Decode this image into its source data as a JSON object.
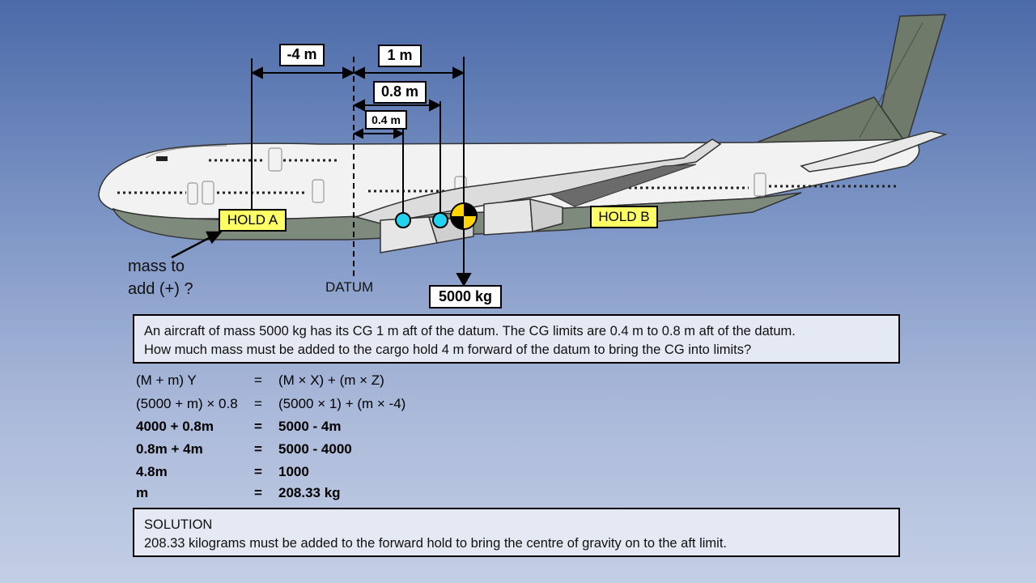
{
  "dimensions": {
    "forward": "-4 m",
    "cg": "1 m",
    "aft_limit": "0.8 m",
    "fwd_limit": "0.4 m"
  },
  "labels": {
    "hold_a": "HOLD A",
    "hold_b": "HOLD B",
    "datum": "DATUM",
    "mass": "5000 kg",
    "question_line1": "mass to",
    "question_line2": "add (+) ?"
  },
  "problem": {
    "line1": "An aircraft of mass 5000 kg has its CG 1 m aft of the datum. The CG limits are 0.4 m to 0.8 m aft of the datum.",
    "line2": "How much mass must be added to the cargo hold 4 m forward of the datum to bring the CG into limits?"
  },
  "equations": [
    {
      "left": "(M + m) Y",
      "sign": "=",
      "right": "(M × X) + (m × Z)"
    },
    {
      "left": "(5000 + m) × 0.8",
      "sign": "=",
      "right": "(5000 × 1) + (m × -4)"
    },
    {
      "left": "4000 + 0.8m",
      "sign": "=",
      "right": "5000 - 4m"
    },
    {
      "left": "0.8m + 4m",
      "sign": "=",
      "right": "5000 - 4000"
    },
    {
      "left": "4.8m",
      "sign": "=",
      "right": "1000"
    },
    {
      "left": "m",
      "sign": "=",
      "right": "208.33 kg"
    }
  ],
  "solution": {
    "title": "SOLUTION",
    "text": "208.33 kilograms must be added to the forward hold to bring the centre of gravity on to the aft limit."
  },
  "colors": {
    "limit_marker": "#22d3ee",
    "cg_marker_yellow": "#ffd400",
    "hold_label": "#ffff66",
    "fuselage": "#f2f2f2",
    "belly": "#7e8a7c",
    "tail": "#6f7a6a"
  }
}
